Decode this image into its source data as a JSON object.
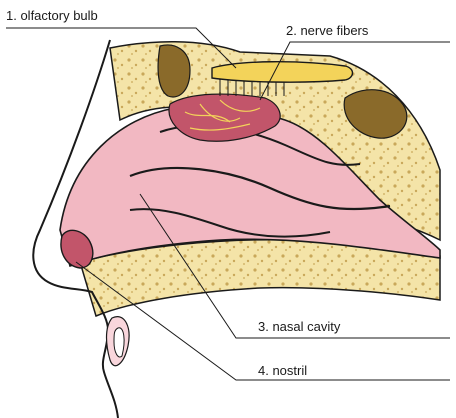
{
  "labels": [
    {
      "id": "olfactory-bulb",
      "text": "1. olfactory bulb"
    },
    {
      "id": "nerve-fibers",
      "text": "2. nerve fibers"
    },
    {
      "id": "nasal-cavity",
      "text": "3. nasal cavity"
    },
    {
      "id": "nostril",
      "text": "4. nostril"
    }
  ],
  "colors": {
    "bone": "#f4e4a8",
    "bone_spots": "#c9a85a",
    "mucosa": "#f2b8c2",
    "mucosa_light": "#f9d6dc",
    "bulb": "#f3d35a",
    "nerve_tissue": "#c2556a",
    "sinus": "#8a6a2a",
    "outline": "#1a1a1a"
  }
}
